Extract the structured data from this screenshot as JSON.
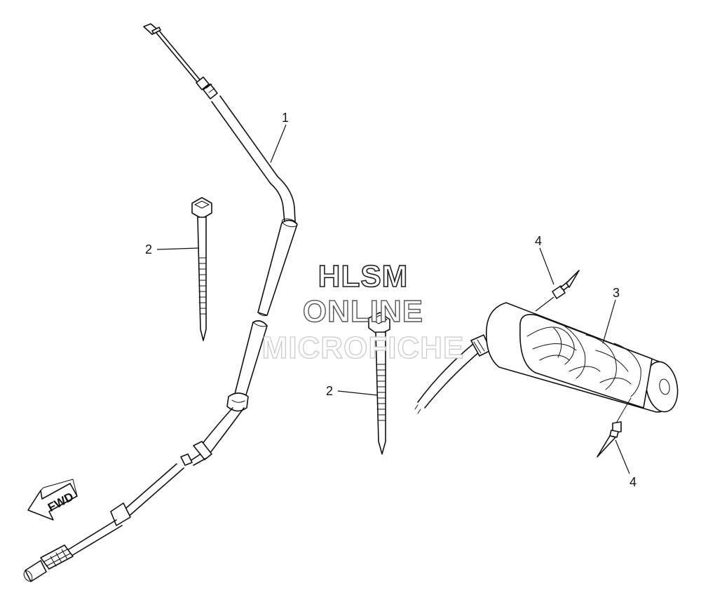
{
  "callouts": {
    "part1": "1",
    "part2_left": "2",
    "part2_center": "2",
    "part3": "3",
    "part4_top": "4",
    "part4_bottom": "4"
  },
  "fwd_arrow": {
    "label": "FWD"
  },
  "watermark": {
    "line1": "HLSM",
    "line2": "ONLINE",
    "line3": "MICROFICHE"
  }
}
